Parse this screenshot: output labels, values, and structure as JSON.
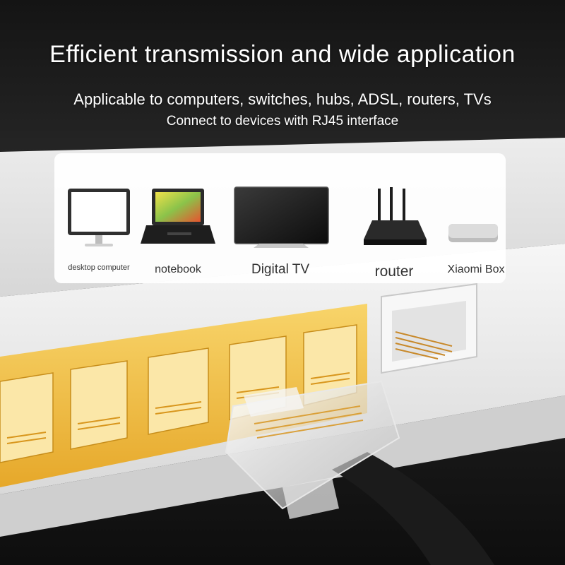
{
  "headline": {
    "title": "Efficient transmission and wide application",
    "subtitle": "Applicable to computers, switches, hubs, ADSL, routers, TVs",
    "note": "Connect to devices with RJ45 interface"
  },
  "devices": [
    {
      "label": "desktop computer",
      "icon": "desktop-computer-icon"
    },
    {
      "label": "notebook",
      "icon": "laptop-icon"
    },
    {
      "label": "Digital TV",
      "icon": "tv-icon"
    },
    {
      "label": "router",
      "icon": "router-icon"
    },
    {
      "label": "Xiaomi Box",
      "icon": "set-top-box-icon"
    }
  ],
  "colors": {
    "port_yellow": "#f2c13c",
    "housing_white": "#f1f1f1",
    "cable_black": "#1b1b1b",
    "text": "#ffffff"
  }
}
